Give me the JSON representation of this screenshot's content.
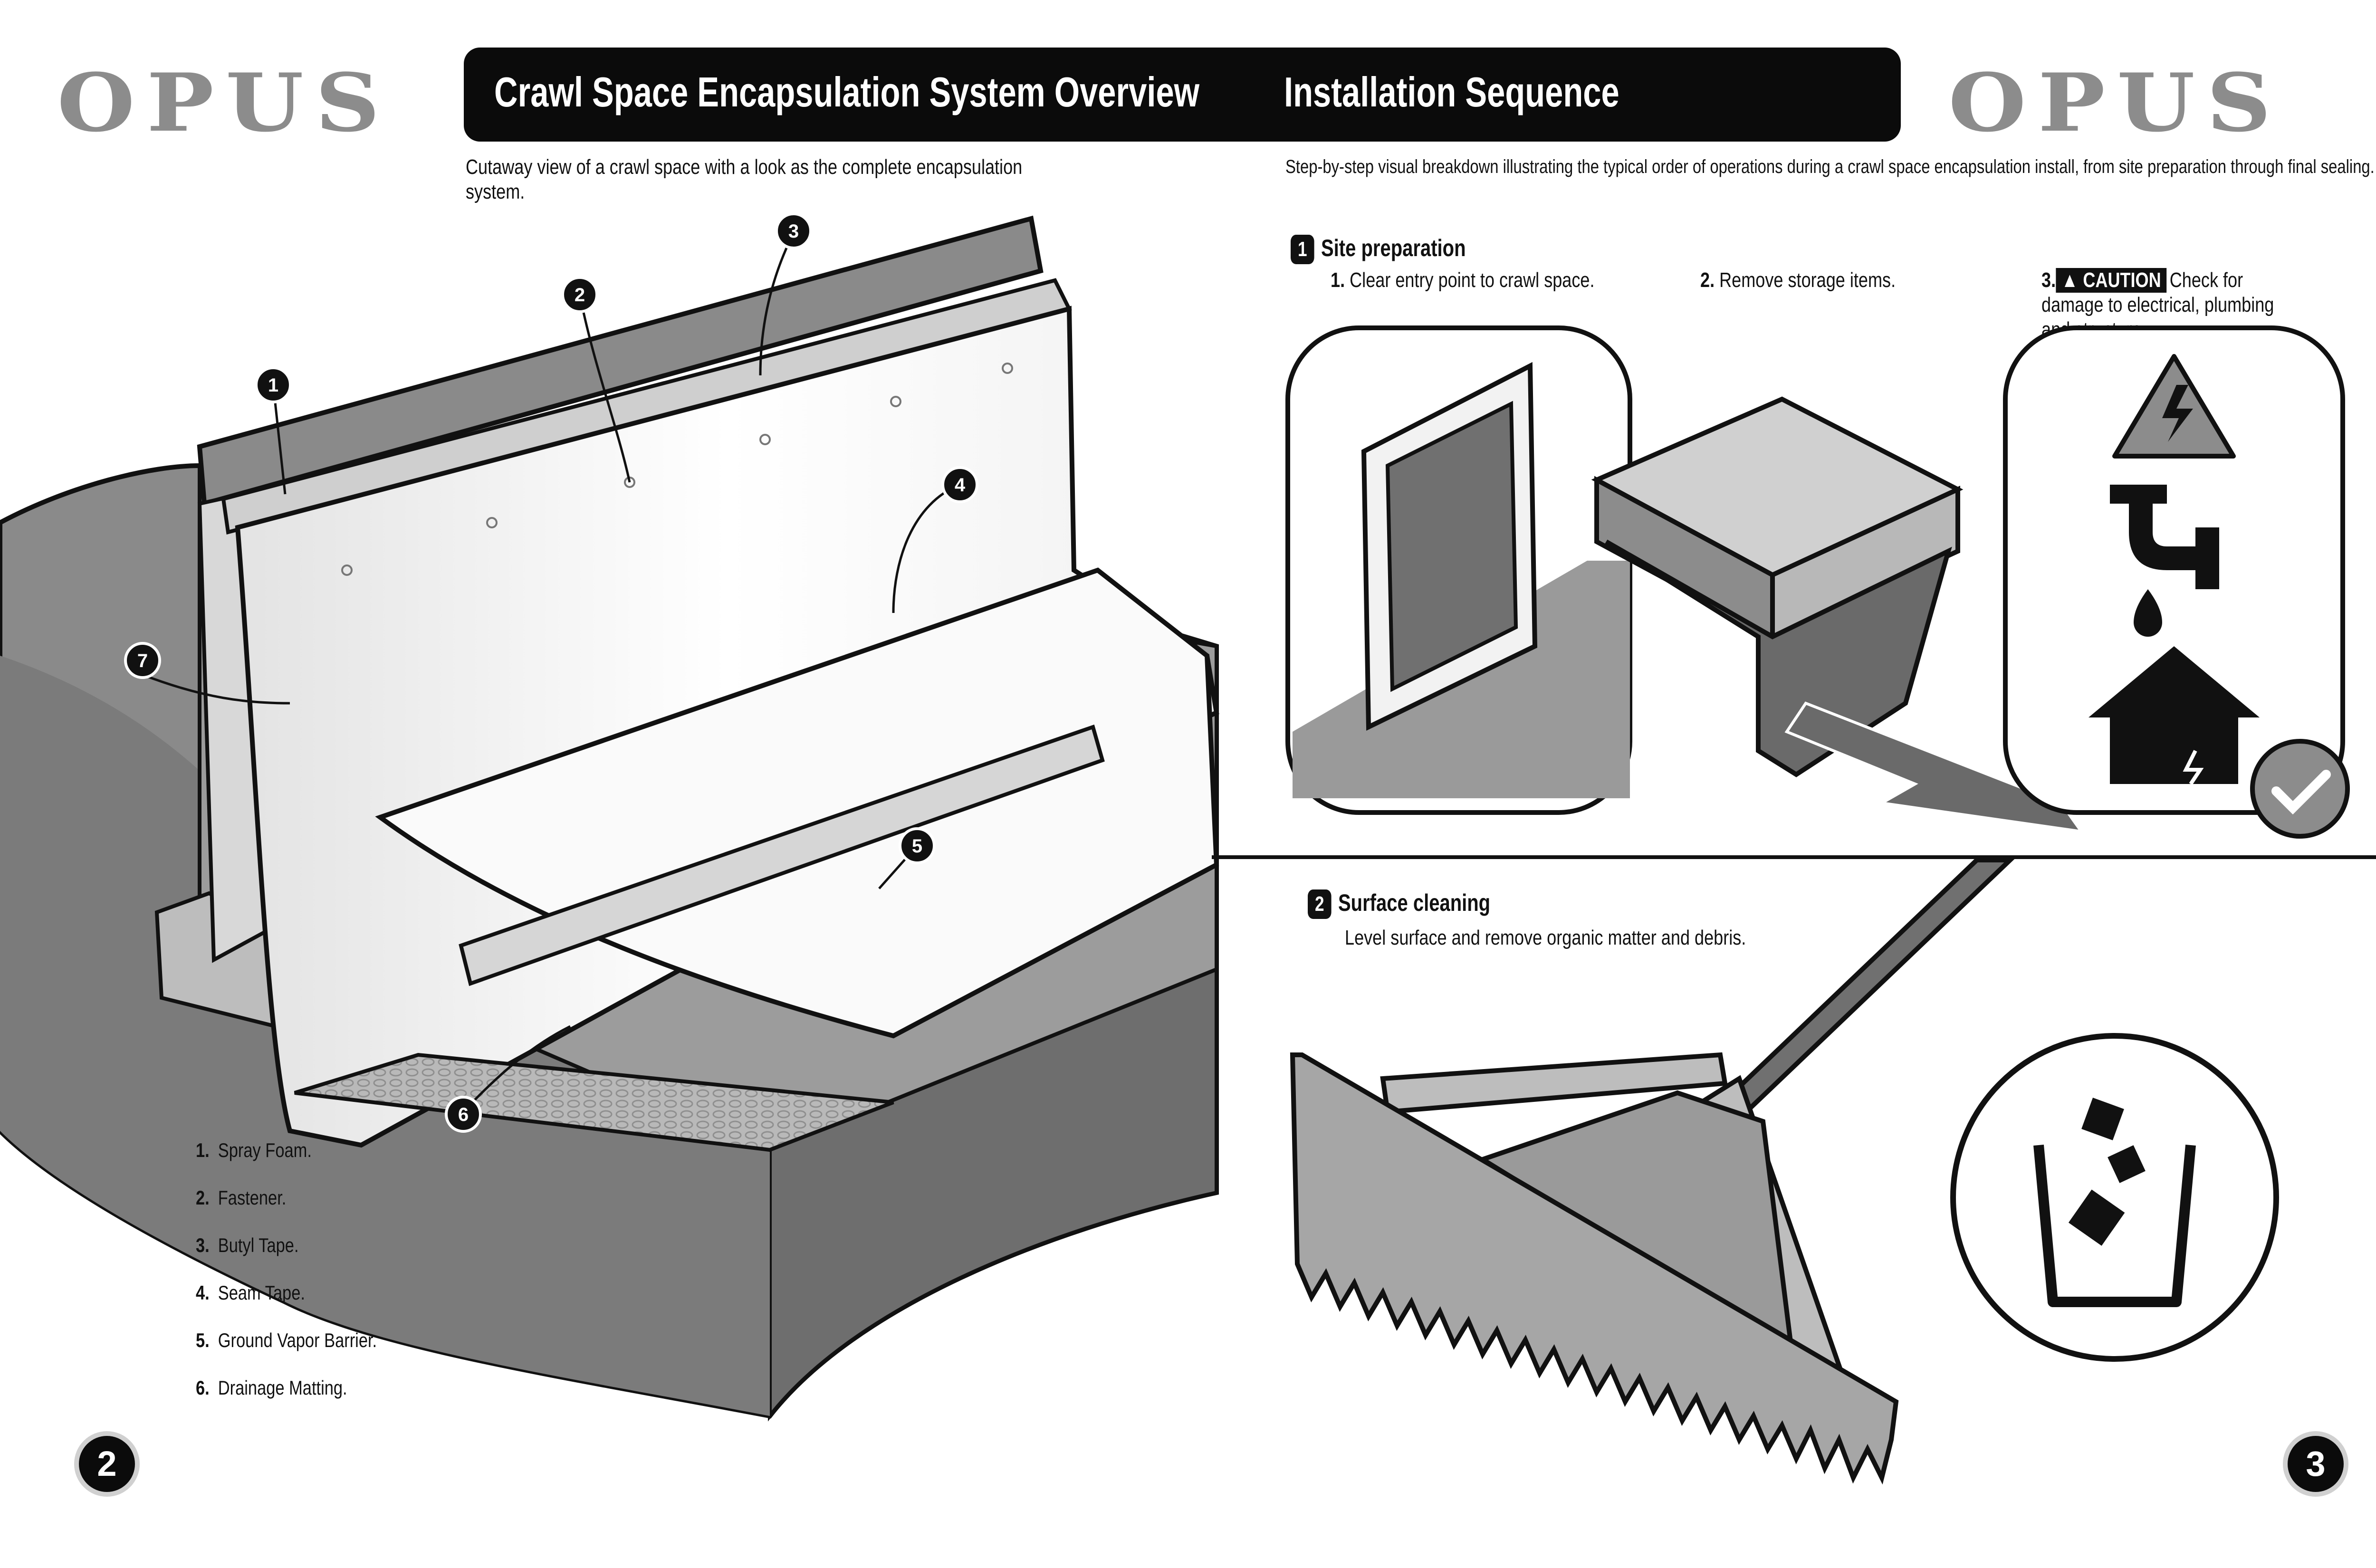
{
  "brand": {
    "left_logo": "OPUS",
    "right_logo": "OPUS"
  },
  "header": {
    "left_title": "Crawl Space Encapsulation System Overview",
    "right_title": "Installation Sequence"
  },
  "overview": {
    "description": "Cutaway view of a crawl space with a look as the complete encapsulation system.",
    "callouts": [
      "1",
      "2",
      "3",
      "4",
      "5",
      "6",
      "7"
    ],
    "legend": [
      {
        "num": "1.",
        "label": "Spray Foam."
      },
      {
        "num": "2.",
        "label": "Fastener."
      },
      {
        "num": "3.",
        "label": "Butyl Tape."
      },
      {
        "num": "4.",
        "label": "Seam Tape."
      },
      {
        "num": "5.",
        "label": "Ground Vapor Barrier."
      },
      {
        "num": "6.",
        "label": "Drainage Matting."
      }
    ]
  },
  "sequence": {
    "description": "Step-by-step visual breakdown illustrating the typical order of operations during a crawl space encapsulation install, from site preparation through final sealing.",
    "step1": {
      "number": "1",
      "title": "Site preparation",
      "items": [
        {
          "num": "1.",
          "text": "Clear entry point to crawl space."
        },
        {
          "num": "2.",
          "text": "Remove storage items."
        },
        {
          "num": "3.",
          "caution": "CAUTION",
          "text": "Check for damage to electrical, plumbing and structure."
        }
      ]
    },
    "step2": {
      "number": "2",
      "title": "Surface cleaning",
      "text": "Level surface and remove organic matter and debris."
    }
  },
  "pages": {
    "left": "2",
    "right": "3"
  },
  "icons": [
    "hazard-electric-icon",
    "pipe-leak-icon",
    "house-crack-icon",
    "checkmark-icon",
    "caution-icon",
    "trash-bin-icon"
  ],
  "colors": {
    "bar": "#0b0b0b",
    "logo": "#8c8c8c",
    "ground": "#8a8a8a",
    "ground_dark": "#6e6e6e",
    "membrane": "#f4f4f4"
  }
}
